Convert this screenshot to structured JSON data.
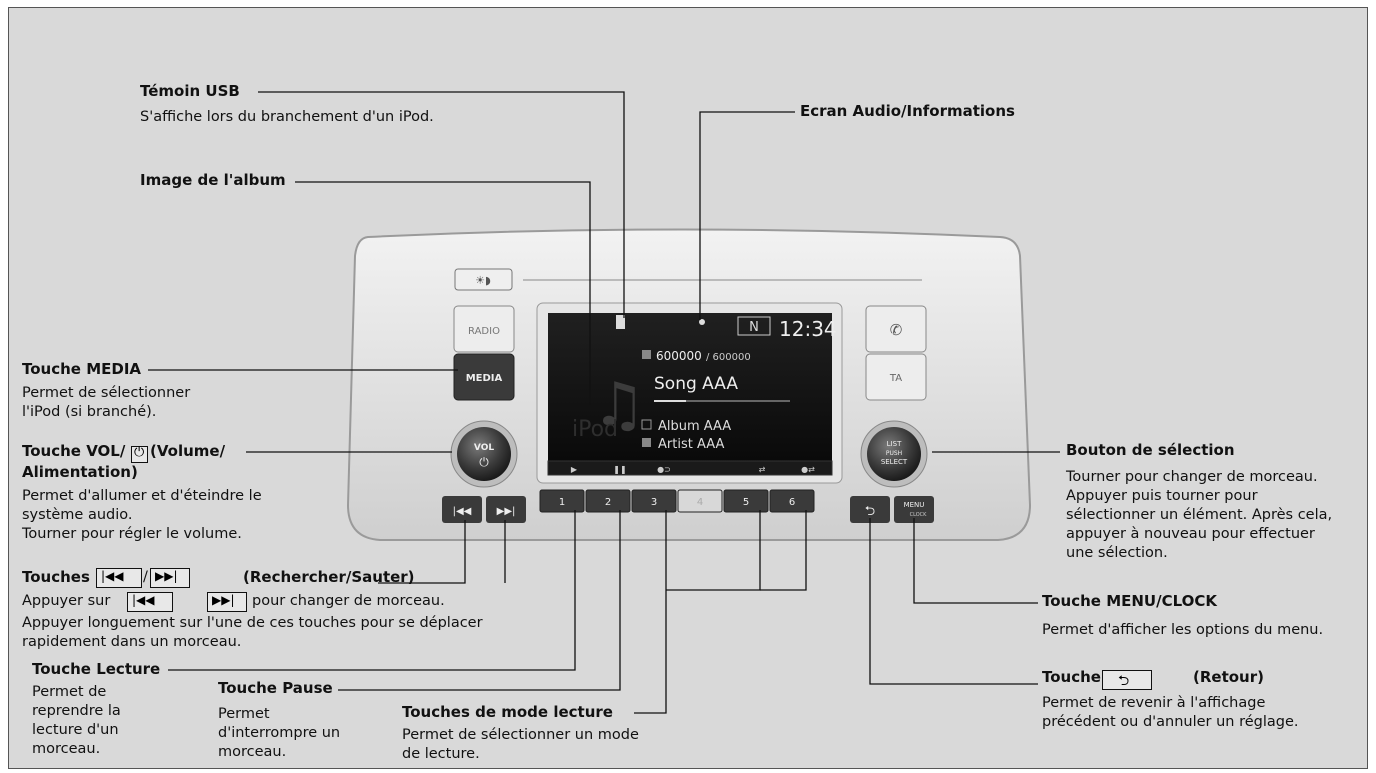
{
  "callouts": {
    "usb": {
      "title": "Témoin USB",
      "desc": "S'affiche lors du branchement d'un iPod."
    },
    "screen": {
      "title": "Ecran Audio/Informations"
    },
    "album": {
      "title": "Image de l'album"
    },
    "media": {
      "title": "Touche MEDIA",
      "desc": "Permet de sélectionner\nl'iPod (si branché)."
    },
    "vol": {
      "title_a": "Touche VOL/",
      "title_b": "(Volume/",
      "title_c": "Alimentation)",
      "desc": "Permet d'allumer et d'éteindre le\nsystème audio.\nTourner pour régler le volume."
    },
    "seek": {
      "title_a": "Touches",
      "title_b": "(Rechercher/Sauter)",
      "desc_a": "Appuyer sur",
      "desc_b": "pour changer de morceau.",
      "desc_c": "Appuyer longuement sur l'une de ces touches pour se déplacer\nrapidement dans un morceau."
    },
    "play": {
      "title": "Touche Lecture",
      "desc": "Permet de\nreprendre la\nlecture d'un\nmorceau."
    },
    "pause": {
      "title": "Touche Pause",
      "desc": "Permet\nd'interrompre un\nmorceau."
    },
    "modes": {
      "title": "Touches de mode lecture",
      "desc": "Permet de sélectionner un mode\nde lecture."
    },
    "select": {
      "title": "Bouton de sélection",
      "desc": "Tourner pour changer de morceau.\nAppuyer puis tourner pour\nsélectionner un élément. Après cela,\nappuyer à nouveau pour effectuer\nune sélection."
    },
    "menu": {
      "title": "Touche MENU/CLOCK",
      "desc": "Permet d'afficher les options du menu."
    },
    "back": {
      "title_a": "Touche",
      "title_b": "(Retour)",
      "desc": "Permet de revenir à l'affichage\nprécédent ou d'annuler un réglage."
    }
  },
  "unit": {
    "btn_radio": "RADIO",
    "btn_media": "MEDIA",
    "knob_vol": "VOL",
    "knob_select_1": "LIST",
    "knob_select_2": "PUSH",
    "knob_select_3": "SELECT",
    "btn_ta": "TA",
    "btn_menu_1": "MENU",
    "btn_menu_2": "CLOCK",
    "presets": [
      "1",
      "2",
      "3",
      "4",
      "5",
      "6"
    ]
  },
  "display": {
    "band": "N",
    "clock": "12:34",
    "track_count": "600000",
    "track_total": "/ 600000",
    "song": "Song AAA",
    "album": "Album AAA",
    "artist": "Artist AAA",
    "watermark": "iPod"
  }
}
